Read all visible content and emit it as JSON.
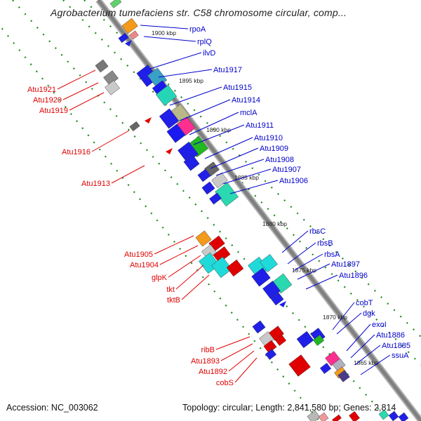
{
  "title": "Agrobacterium tumefaciens str. C58 chromosome circular, comp...",
  "footer": {
    "accession": "Accession: NC_003062",
    "topology": "Topology: circular; Length: 2,841,580 bp; Genes: 2,814"
  },
  "colors": {
    "backbone": "#808080",
    "forward_label": "#0000cc",
    "reverse_label": "#e00000",
    "tick_line": "#1a8a1a"
  },
  "kbp_markers": [
    "1900 kbp",
    "1895 kbp",
    "1890 kbp",
    "1885 kbp",
    "1880 kbp",
    "1875 kbp",
    "1870 kbp",
    "1865 kbp"
  ],
  "forward_genes": [
    "rpoA",
    "rplQ",
    "ilvD",
    "Atu1917",
    "Atu1915",
    "Atu1914",
    "mclA",
    "Atu1911",
    "Atu1910",
    "Atu1909",
    "Atu1908",
    "Atu1907",
    "Atu1906",
    "rbsC",
    "rbsB",
    "rbsA",
    "Atu1897",
    "Atu1896",
    "cobT",
    "dgk",
    "exoI",
    "Atu1886",
    "Atu1885",
    "ssuA"
  ],
  "reverse_genes": [
    "Atu1921",
    "Atu1920",
    "Atu1919",
    "Atu1916",
    "Atu1913",
    "Atu1905",
    "Atu1904",
    "glpK",
    "tkt",
    "tktB",
    "ribB",
    "Atu1893",
    "Atu1892",
    "cobS"
  ]
}
